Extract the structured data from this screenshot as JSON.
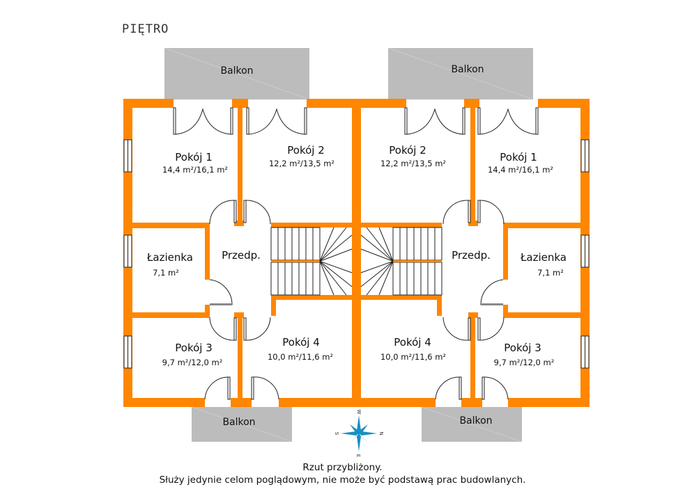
{
  "floor_title": "PIĘTRO",
  "colors": {
    "wall": "#ff8600",
    "balcony": "#bcbcbc",
    "compass": "#1a8fc0"
  },
  "balconies": {
    "top_left": "Balkon",
    "top_right": "Balkon",
    "bottom_left": "Balkon",
    "bottom_right": "Balkon"
  },
  "rooms": {
    "left": {
      "pokoj1": {
        "name": "Pokój 1",
        "area": "14,4 m²/16,1 m²"
      },
      "pokoj2": {
        "name": "Pokój 2",
        "area": "12,2 m²/13,5 m²"
      },
      "lazienka": {
        "name": "Łazienka",
        "area": "7,1 m²"
      },
      "przedpokoj": {
        "name": "Przedp."
      },
      "pokoj3": {
        "name": "Pokój 3",
        "area": "9,7 m²/12,0 m²"
      },
      "pokoj4": {
        "name": "Pokój 4",
        "area": "10,0 m²/11,6 m²"
      }
    },
    "right": {
      "pokoj1": {
        "name": "Pokój 1",
        "area": "14,4 m²/16,1 m²"
      },
      "pokoj2": {
        "name": "Pokój 2",
        "area": "12,2 m²/13,5 m²"
      },
      "lazienka": {
        "name": "Łazienka",
        "area": "7,1 m²"
      },
      "przedpokoj": {
        "name": "Przedp."
      },
      "pokoj3": {
        "name": "Pokój 3",
        "area": "9,7 m²/12,0 m²"
      },
      "pokoj4": {
        "name": "Pokój 4",
        "area": "10,0 m²/11,6 m²"
      }
    }
  },
  "compass": {
    "n": "N",
    "s": "S",
    "e": "E",
    "w": "W"
  },
  "footer": {
    "line1": "Rzut przybliżony.",
    "line2": "Służy jedynie celom poglądowym, nie może być podstawą prac budowlanych."
  }
}
